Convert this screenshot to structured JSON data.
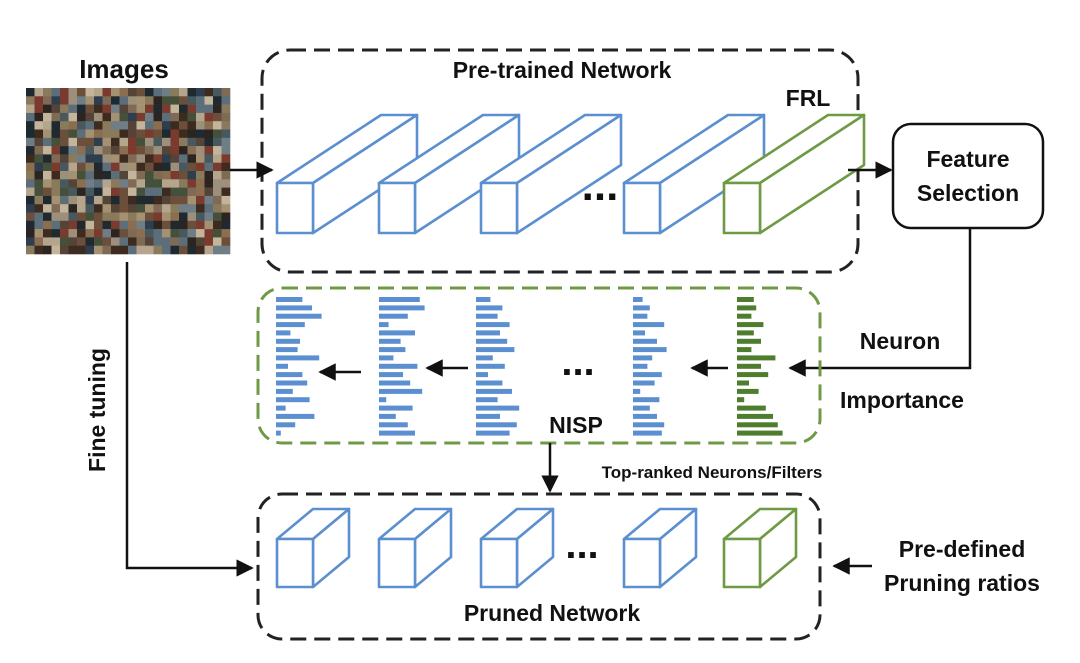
{
  "labels": {
    "images": "Images",
    "pretrained": "Pre-trained Network",
    "frl": "FRL",
    "feature_selection_1": "Feature",
    "feature_selection_2": "Selection",
    "neuron": "Neuron",
    "importance": "Importance",
    "nisp": "NISP",
    "fine_tuning": "Fine tuning",
    "top_ranked": "Top-ranked Neurons/Filters",
    "pruned": "Pruned Network",
    "predefined_1": "Pre-defined",
    "predefined_2": "Pruning ratios",
    "ellipsis": "..."
  },
  "colors": {
    "blue": "#5b8fd0",
    "green": "#6f9a45",
    "dark_green": "#4e7d2d",
    "dash": "#222222",
    "green_dash": "#6f9a45",
    "arrow": "#111111"
  },
  "pretrained_blocks": [
    "blue",
    "blue",
    "blue",
    "blue",
    "green"
  ],
  "pruned_blocks": [
    "blue",
    "blue",
    "blue",
    "blue",
    "green"
  ],
  "bar_columns": [
    {
      "color": "blue",
      "values": [
        0.55,
        0.75,
        0.95,
        0.6,
        0.3,
        0.5,
        0.45,
        0.9,
        0.25,
        0.55,
        0.65,
        0.35,
        0.7,
        0.2,
        0.8,
        0.4,
        0.1
      ]
    },
    {
      "color": "blue",
      "values": [
        0.85,
        0.95,
        0.6,
        0.2,
        0.75,
        0.45,
        0.55,
        0.3,
        0.8,
        0.5,
        0.65,
        0.9,
        0.15,
        0.7,
        0.35,
        0.6,
        0.75
      ]
    },
    {
      "color": "blue",
      "values": [
        0.3,
        0.55,
        0.45,
        0.7,
        0.5,
        0.65,
        0.8,
        0.35,
        0.6,
        0.25,
        0.55,
        0.75,
        0.45,
        0.9,
        0.5,
        0.85,
        0.7
      ]
    },
    {
      "color": "blue",
      "values": [
        0.2,
        0.35,
        0.3,
        0.65,
        0.25,
        0.5,
        0.7,
        0.4,
        0.3,
        0.6,
        0.45,
        0.15,
        0.55,
        0.35,
        0.5,
        0.65,
        0.6
      ]
    },
    {
      "color": "dark_green",
      "values": [
        0.35,
        0.4,
        0.3,
        0.55,
        0.35,
        0.5,
        0.3,
        0.8,
        0.5,
        0.65,
        0.25,
        0.45,
        0.15,
        0.6,
        0.75,
        0.85,
        0.95
      ]
    }
  ]
}
